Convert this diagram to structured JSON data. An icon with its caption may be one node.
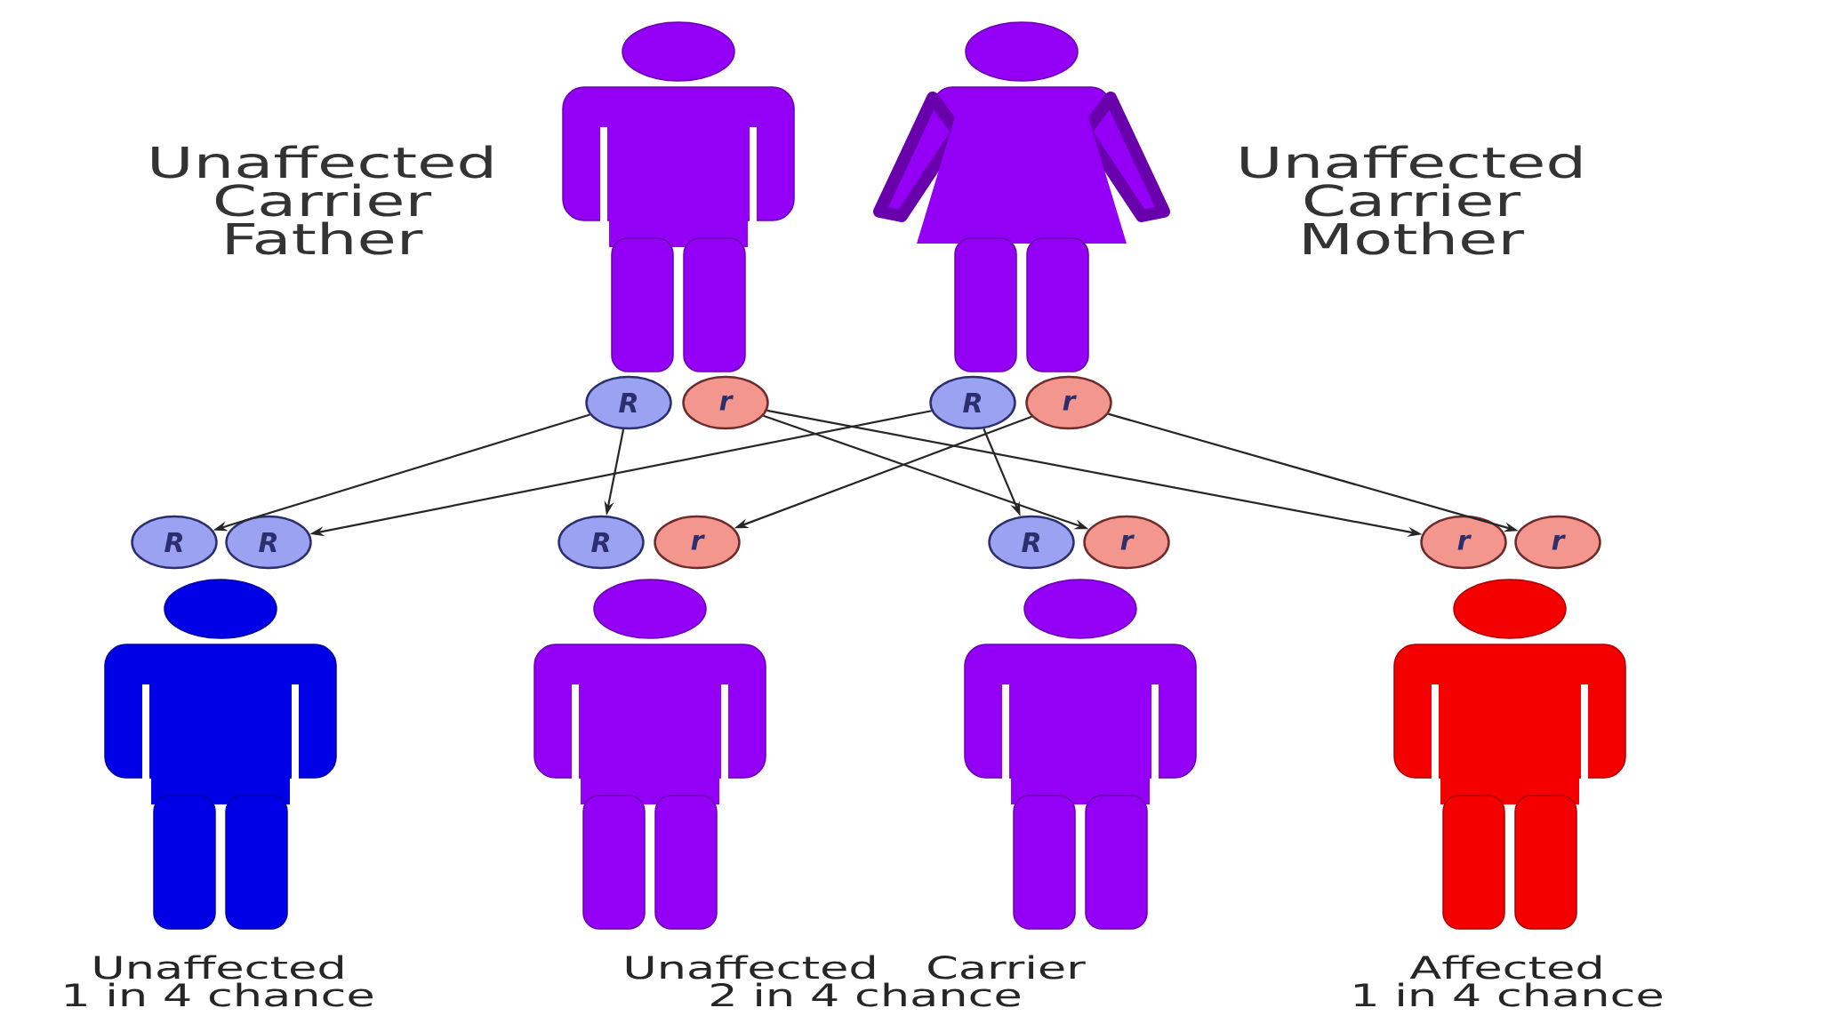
{
  "diagram": {
    "nodes": [
      {
        "text": [
          "R"
        ]
      },
      {
        "text": [
          "r"
        ]
      },
      {
        "text": [
          "R"
        ]
      },
      {
        "text": [
          "r"
        ]
      },
      {
        "text": [
          "R"
        ]
      },
      {
        "text": [
          "R"
        ]
      },
      {
        "text": [
          "R"
        ]
      },
      {
        "text": [
          "r"
        ]
      },
      {
        "text": [
          "R"
        ]
      },
      {
        "text": [
          "r"
        ]
      },
      {
        "text": [
          "r"
        ]
      },
      {
        "text": [
          "r"
        ]
      }
    ],
    "edges": [
      {
        "from": 0,
        "to": 4,
        "arrow": "to"
      },
      {
        "from": 0,
        "to": 6,
        "arrow": "to"
      },
      {
        "from": 1,
        "to": 9,
        "arrow": "to"
      },
      {
        "from": 1,
        "to": 10,
        "arrow": "to"
      },
      {
        "from": 2,
        "to": 5,
        "arrow": "to"
      },
      {
        "from": 2,
        "to": 8,
        "arrow": "to"
      },
      {
        "from": 3,
        "to": 7,
        "arrow": "to"
      },
      {
        "from": 3,
        "to": 11,
        "arrow": "to"
      }
    ],
    "labels": [
      "Unaffected Carrier Father",
      "Unaffected Carrier Mother",
      "Unaffected",
      "1 in 4 chance",
      "Unaffected",
      "Carrier",
      "2 in 4 chance",
      "Affected",
      "1 in 4 chance"
    ]
  }
}
